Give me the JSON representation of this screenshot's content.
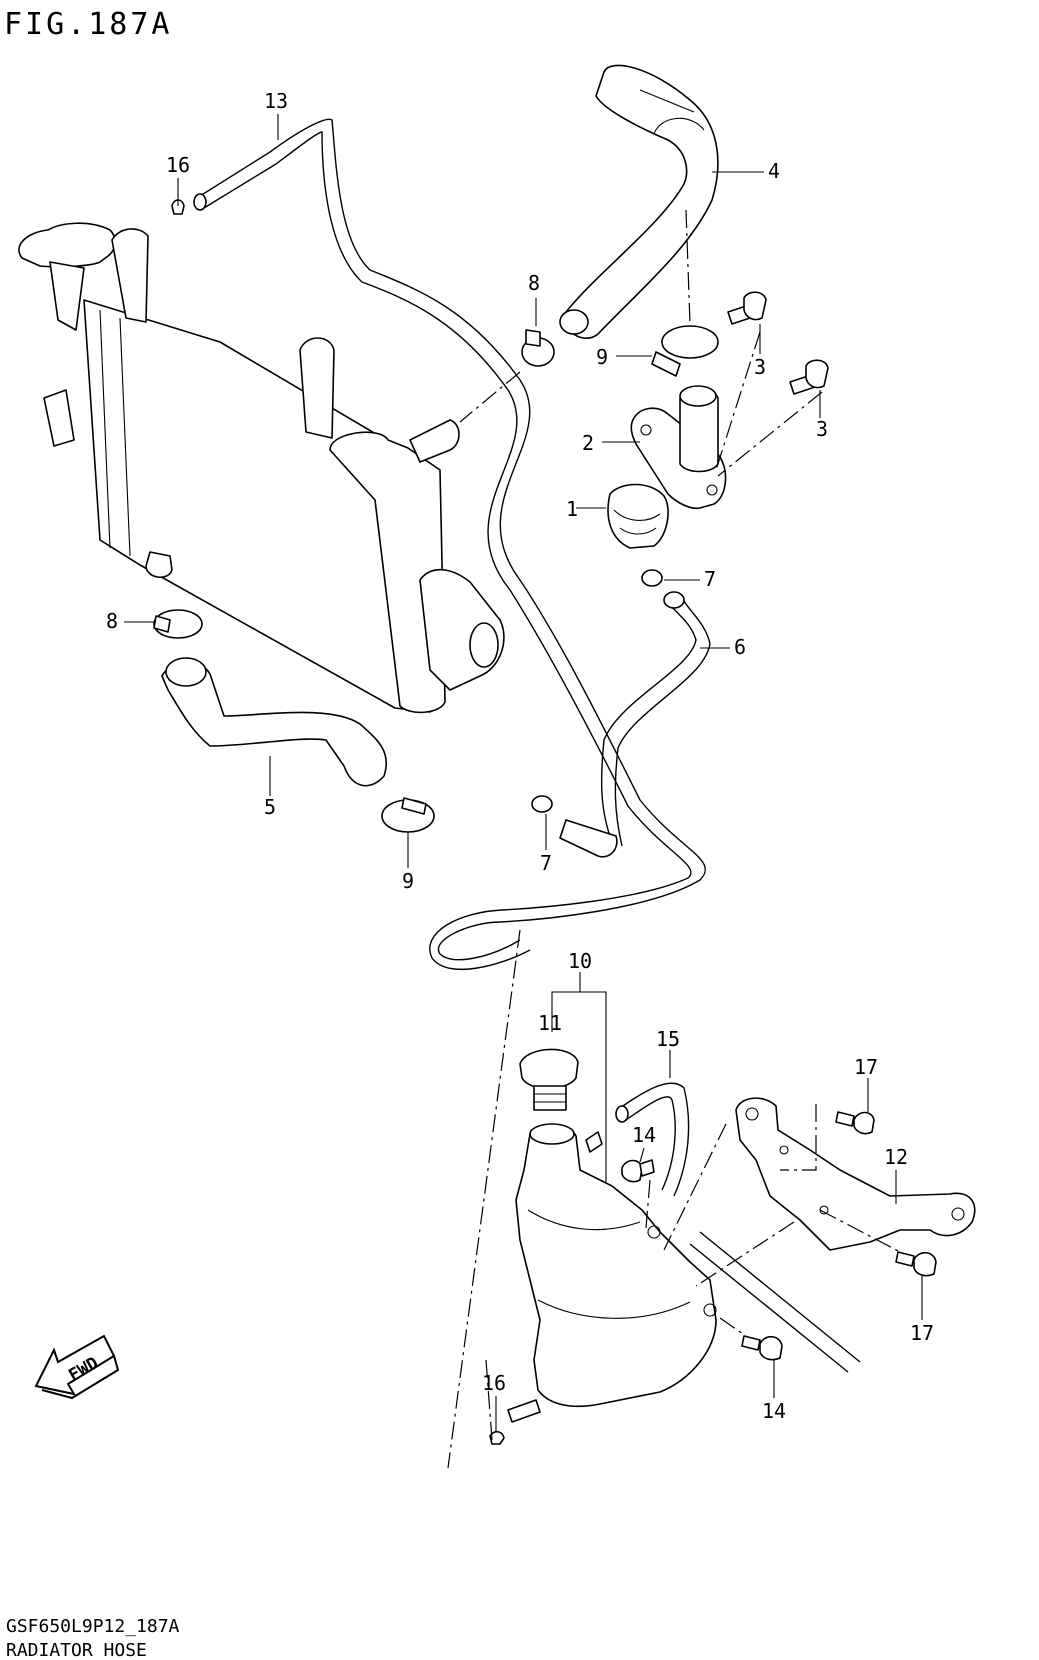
{
  "figure": {
    "title": "FIG.187A",
    "code": "GSF650L9P12_187A",
    "caption": "RADIATOR HOSE"
  },
  "direction_badge": "FWD",
  "callouts": [
    "1",
    "2",
    "3",
    "3",
    "4",
    "5",
    "6",
    "7",
    "7",
    "8",
    "8",
    "9",
    "9",
    "10",
    "11",
    "12",
    "13",
    "14",
    "14",
    "15",
    "16",
    "16",
    "17",
    "17"
  ]
}
